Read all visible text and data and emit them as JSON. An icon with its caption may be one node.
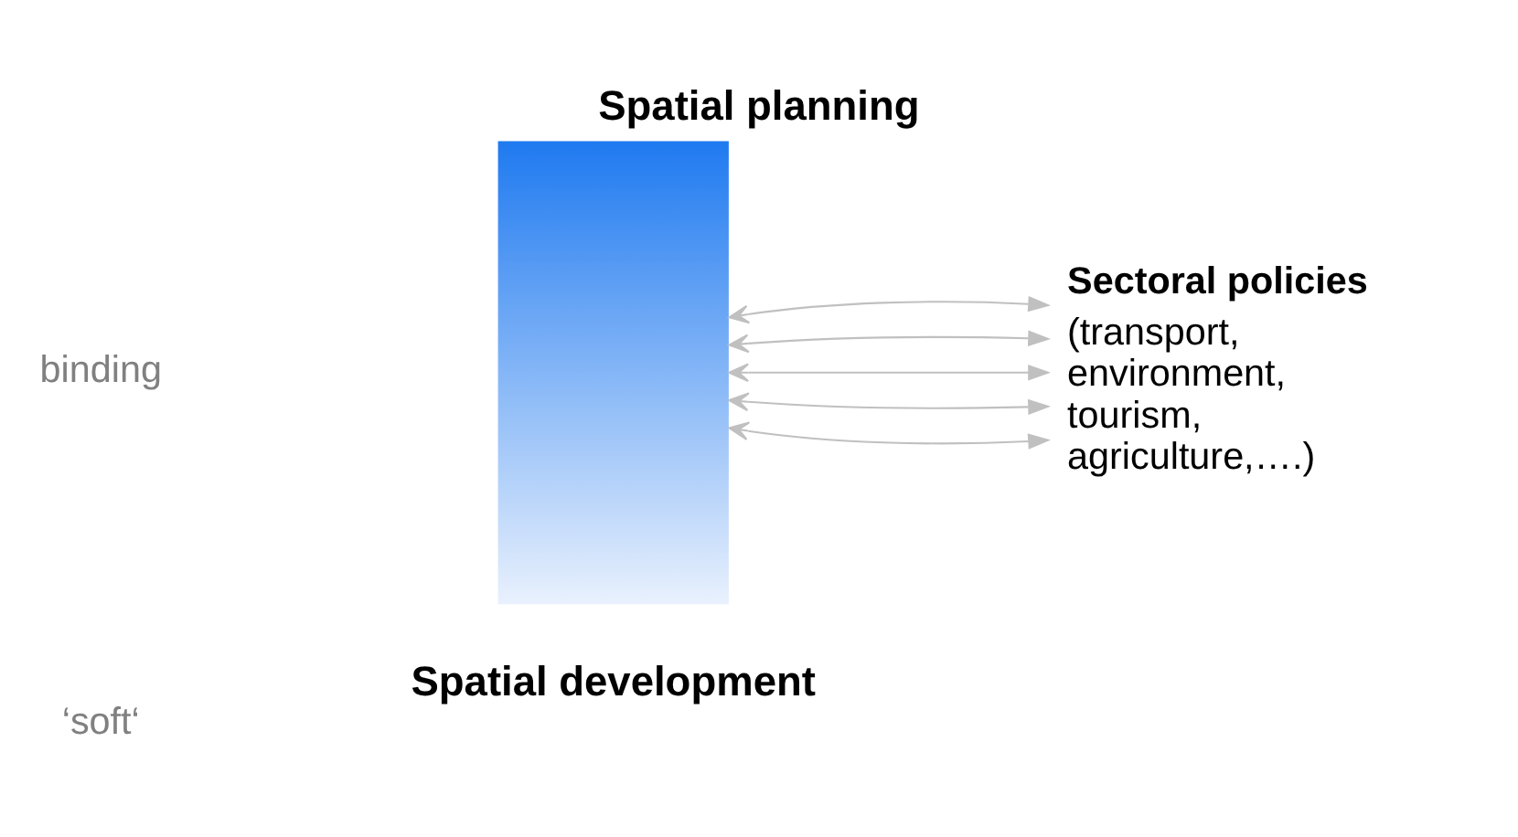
{
  "diagram": {
    "title": "Spatial planning",
    "caption": "Spatial development",
    "nodes": [
      {
        "text": [],
        "shape": "bar"
      },
      {
        "text": [
          "Sectoral policies",
          "(transport, environment, tourism, agriculture,….)"
        ]
      }
    ],
    "edges": [
      {
        "from": 0,
        "to": 1,
        "arrow": "both"
      },
      {
        "from": 0,
        "to": 1,
        "arrow": "both"
      },
      {
        "from": 0,
        "to": 1,
        "arrow": "both"
      },
      {
        "from": 0,
        "to": 1,
        "arrow": "both"
      },
      {
        "from": 0,
        "to": 1,
        "arrow": "both"
      }
    ],
    "labels": [
      "binding",
      "‘soft‘"
    ]
  }
}
